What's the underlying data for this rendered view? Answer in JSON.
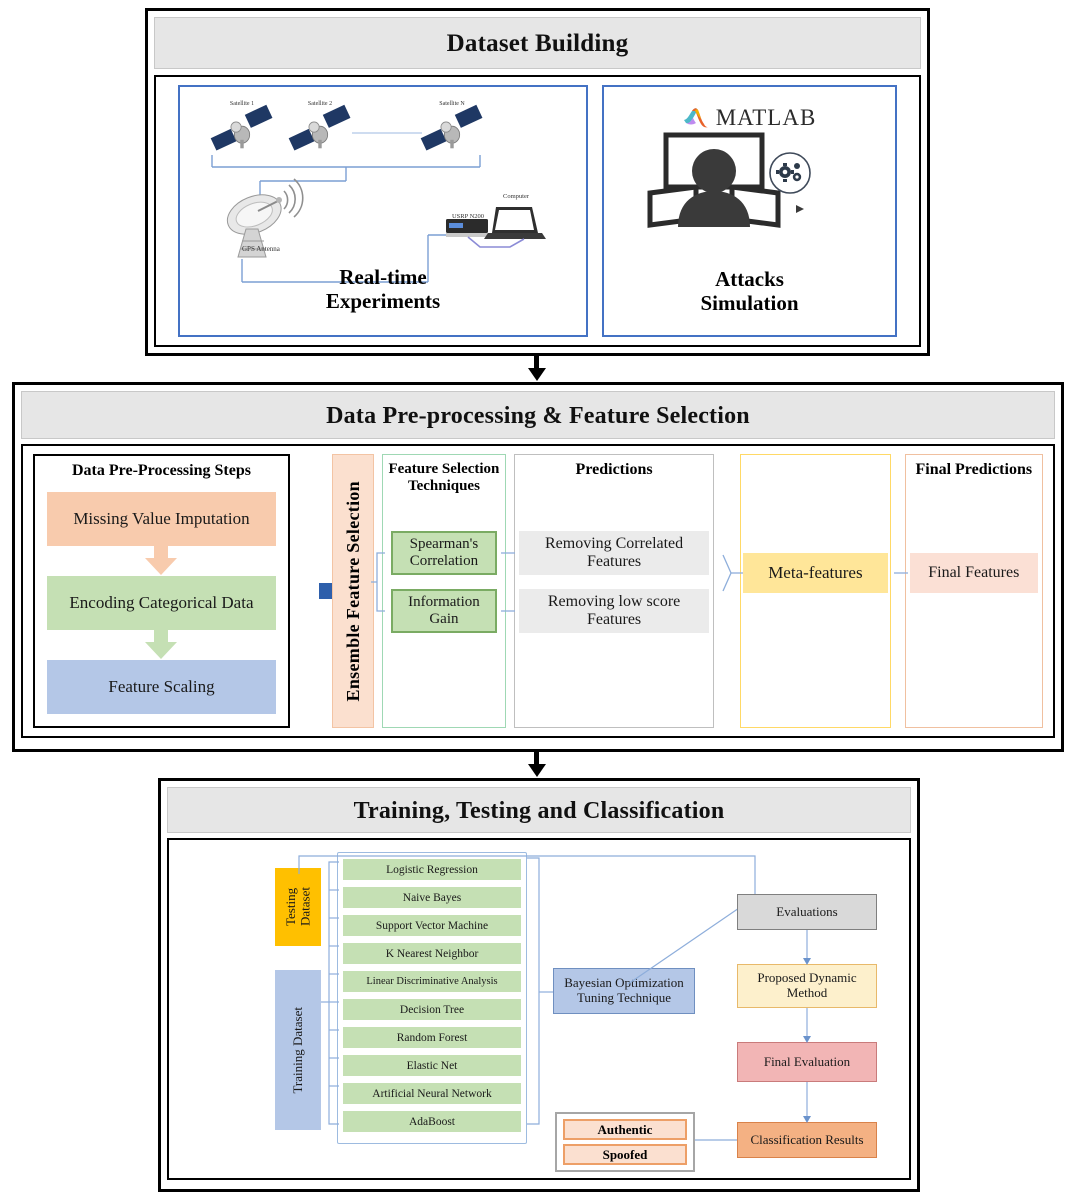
{
  "sections": {
    "dataset_building": {
      "title": "Dataset Building",
      "realtime": {
        "caption_line1": "Real-time",
        "caption_line2": "Experiments",
        "satellite_1": "Satellite 1",
        "satellite_2": "Satellite 2",
        "satellite_n": "Satellite N",
        "gps_antenna": "GPS Antenna",
        "usrp": "USRP N200",
        "computer": "Computer"
      },
      "attacks": {
        "logo_text": "MATLAB",
        "caption_line1": "Attacks",
        "caption_line2": "Simulation"
      }
    },
    "preprocessing": {
      "title": "Data Pre-processing & Feature Selection",
      "steps_heading": "Data Pre-Processing Steps",
      "steps": [
        "Missing Value Imputation",
        "Encoding Categorical Data",
        "Feature Scaling"
      ],
      "ensemble_label": "Ensemble Feature Selection",
      "fs_heading": "Feature Selection Techniques",
      "fs_techniques": [
        "Spearman's Correlation",
        "Information Gain"
      ],
      "predictions_heading": "Predictions",
      "predictions": [
        "Removing Correlated Features",
        "Removing low score Features"
      ],
      "meta_features": "Meta-features",
      "final_heading": "Final Predictions",
      "final_features": "Final Features"
    },
    "training": {
      "title": "Training, Testing and Classification",
      "testing_dataset": "Testing Dataset",
      "training_dataset": "Training Dataset",
      "classifiers": [
        "Logistic Regression",
        "Naive Bayes",
        "Support Vector Machine",
        "K Nearest Neighbor",
        "Linear Discriminative Analysis",
        "Decision Tree",
        "Random Forest",
        "Elastic Net",
        "Artificial Neural Network",
        "AdaBoost"
      ],
      "tuning": "Bayesian Optimization Tuning Technique",
      "evaluations": "Evaluations",
      "proposed_method": "Proposed Dynamic Method",
      "final_evaluation": "Final Evaluation",
      "classification_results": "Classification Results",
      "outcomes": [
        "Authentic",
        "Spoofed"
      ]
    }
  },
  "colors": {
    "header_grey": "#e6e6e6",
    "peach": "#f8cbad",
    "green": "#c5e0b4",
    "blue": "#b4c7e7",
    "yellow": "#ffe699",
    "light_peach": "#fbe0d5",
    "grey_box": "#ebebeb",
    "amber": "#ffc000",
    "pink": "#f2b5b5",
    "orange": "#f4b183",
    "accent_blue": "#4472c4"
  }
}
